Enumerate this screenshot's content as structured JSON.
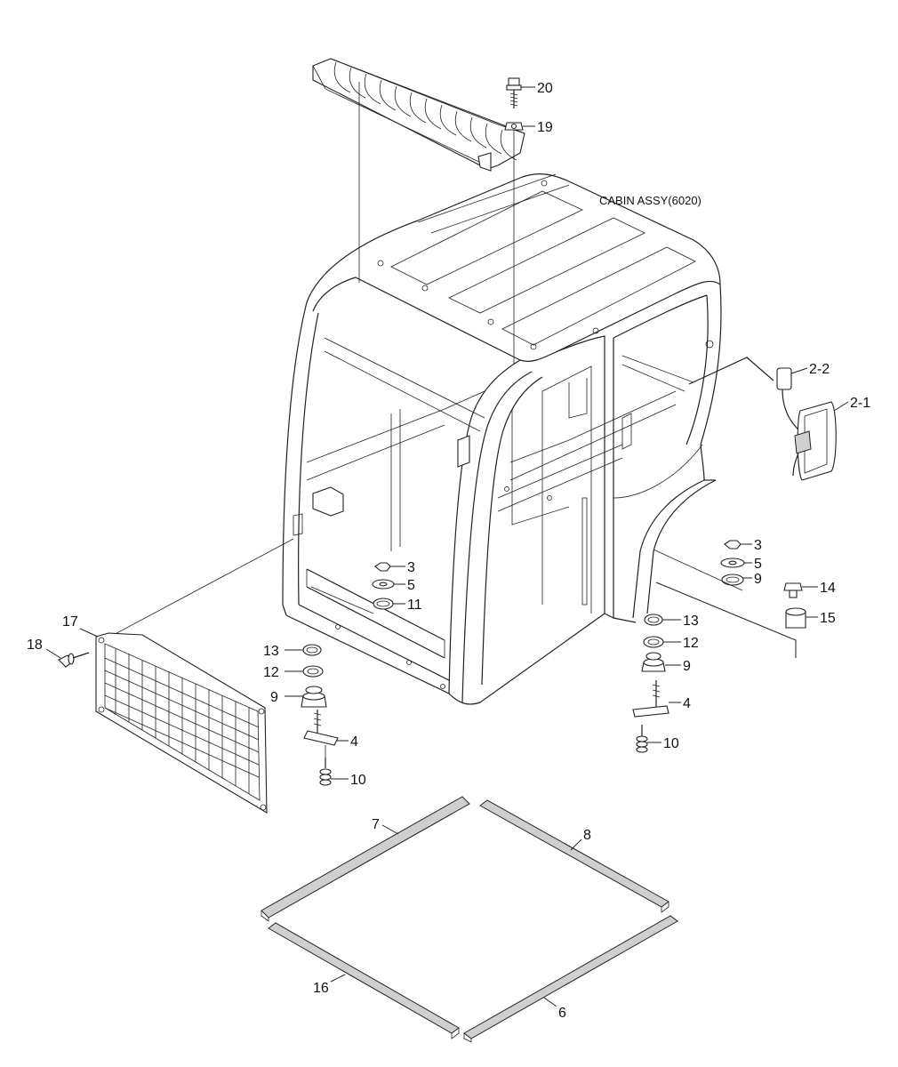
{
  "title": "CABIN ASSY(6020)",
  "callouts": [
    "20",
    "19",
    "2-2",
    "2-1",
    "3",
    "5",
    "9",
    "14",
    "15",
    "13",
    "12",
    "9",
    "4",
    "10",
    "3",
    "5",
    "11",
    "17",
    "18",
    "13",
    "12",
    "9",
    "4",
    "10",
    "7",
    "8",
    "16",
    "6"
  ]
}
